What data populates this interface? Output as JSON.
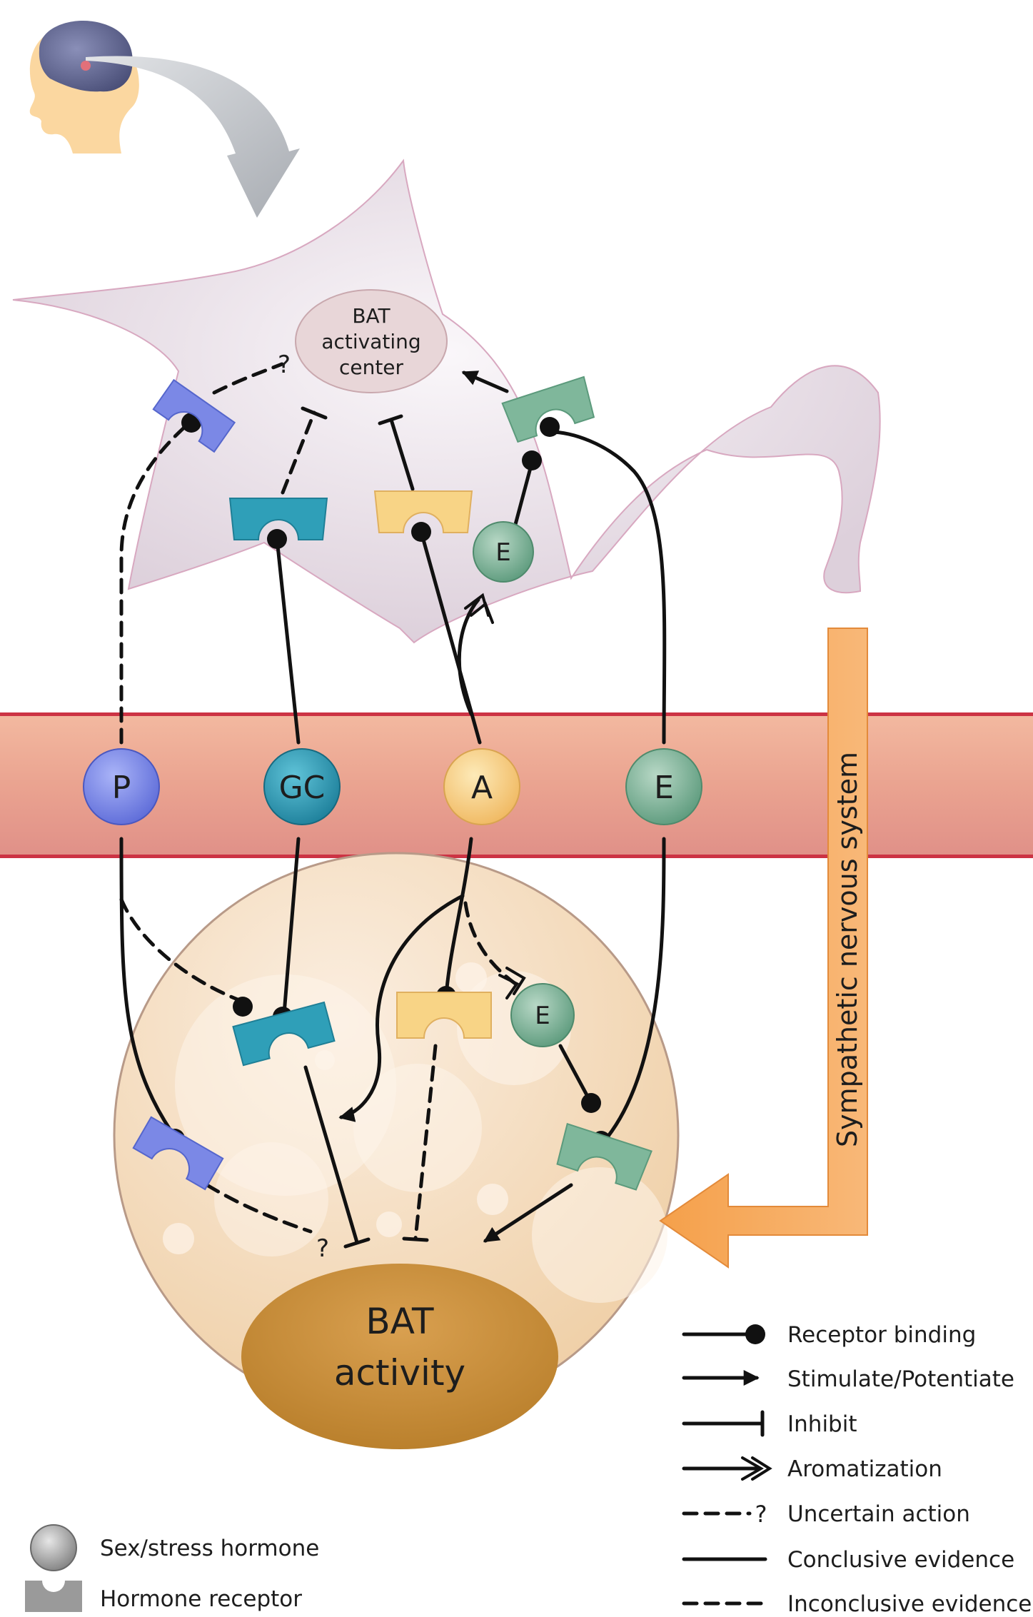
{
  "hormones": {
    "p": "P",
    "gc": "GC",
    "a": "A",
    "e": "E",
    "e_brain_converted": "E",
    "e_bat_converted": "E"
  },
  "brain_center": {
    "line1": "BAT",
    "line2": "activating",
    "line3": "center",
    "uncertain_mark": "?"
  },
  "bat_cell": {
    "line1": "BAT",
    "line2": "activity",
    "uncertain_mark": "?"
  },
  "sns_label": "Sympathetic nervous system",
  "legend": {
    "receptor_binding": "Receptor binding",
    "stimulate": "Stimulate/Potentiate",
    "inhibit": "Inhibit",
    "aromatization": "Aromatization",
    "uncertain_action": "Uncertain action",
    "uncertain_mark": "?",
    "conclusive": "Conclusive evidence",
    "inconclusive": "Inconclusive evidence",
    "sex_stress_hormone": "Sex/stress hormone",
    "hormone_receptor": "Hormone receptor"
  },
  "colors": {
    "progesterone": "#7b88e6",
    "glucocorticoid": "#2f9fb8",
    "androgen": "#f8d486",
    "estrogen": "#7fb79b",
    "blood_vessel": "#e8a08c",
    "vessel_border": "#cc3344",
    "neuron": "#e6dbe4",
    "bat_cell": "#f6dcc0",
    "bat_activity": "#c88a30",
    "sns_arrow": "#f5a04a",
    "brain_arrow": "#b8bcc2"
  }
}
